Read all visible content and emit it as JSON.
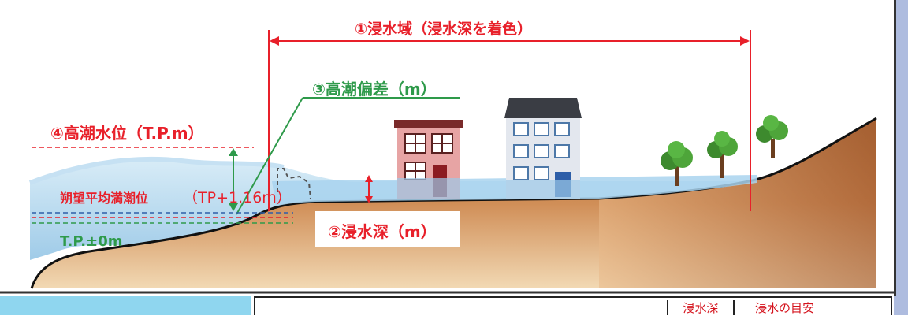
{
  "diagram": {
    "extent_label": "①浸水域（浸水深を着色）",
    "surge_label": "③高潮偏差（m）",
    "high_water_label": "④高潮水位（T.P.m）",
    "mean_high_water_label": "朔望平均満潮位",
    "mean_high_water_value": "（TP+1.16m）",
    "tp_zero_label": "T.P.±0m",
    "depth_label": "②浸水深（m）"
  },
  "legend": {
    "depth_header": "浸水深",
    "guide_header": "浸水の目安"
  },
  "colors": {
    "red": "#e8202a",
    "green": "#2e9a4a",
    "water": "#b7dbf0",
    "ground": "#c98650",
    "legend_blue": "#8fd6ef",
    "sidebar": "#aebcdf"
  }
}
